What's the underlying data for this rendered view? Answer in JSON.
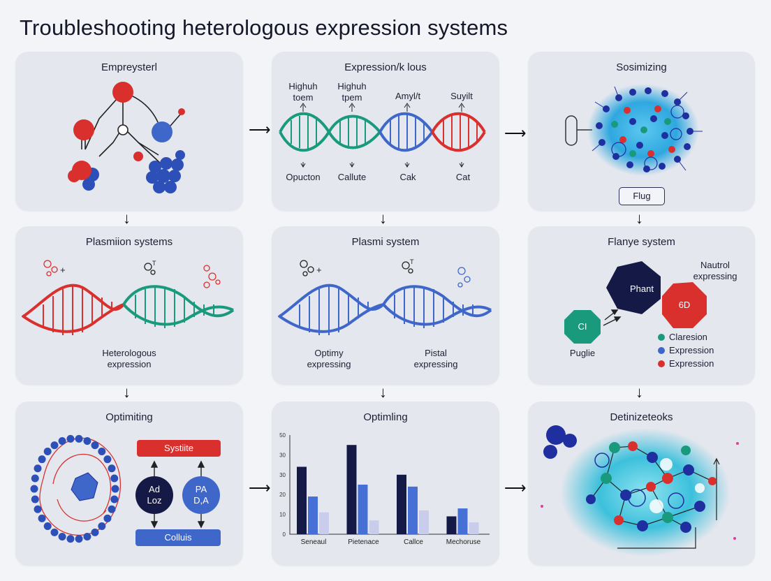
{
  "title": "Troubleshooting heterologous expression systems",
  "panels": {
    "p1": {
      "title": "Empreysterl"
    },
    "p2": {
      "title": "Expression/k lous",
      "top_labels": [
        "Highuh\ntoem",
        "Highuh\ntpem",
        "Amyl/t",
        "Suyilt"
      ],
      "bottom_labels": [
        "Opucton",
        "Callute",
        "Cak",
        "Cat"
      ]
    },
    "p3": {
      "title": "Sosimizing",
      "button": "Flug"
    },
    "p4": {
      "title": "Plasmiion systems",
      "caption": "Heterologous\nexpression"
    },
    "p5": {
      "title": "Plasmi system",
      "caption_left": "Optimy\nexpressing",
      "caption_right": "Pistal\nexpressing"
    },
    "p6": {
      "title": "Flanye system",
      "node_phant": "Phant",
      "node_6d": "6D",
      "node_ci": "CI",
      "label_puglie": "Puglie",
      "label_right": "Nautrol\nexpressing",
      "legend": [
        {
          "label": "Claresion",
          "color": "#1a9a7c"
        },
        {
          "label": "Expression",
          "color": "#3f67c9"
        },
        {
          "label": "Expression",
          "color": "#d9302e"
        }
      ]
    },
    "p7": {
      "title": "Optimiting",
      "pill_top": "Systiite",
      "node_left": "Ad\nLoz",
      "node_right": "PA\nD,A",
      "pill_bottom": "Colluis"
    },
    "p8": {
      "title": "Optimling"
    },
    "p9": {
      "title": "Detinizeteoks"
    }
  },
  "chart_data": {
    "type": "bar",
    "categories": [
      "Seneaul",
      "Pietenace",
      "Callce",
      "Mechoruse"
    ],
    "yticks": [
      "10",
      "20",
      "30",
      "30",
      "50"
    ],
    "ylim": [
      0,
      50
    ],
    "series": [
      {
        "values": [
          34,
          45,
          30,
          9
        ],
        "color": "#141a45"
      },
      {
        "values": [
          19,
          25,
          24,
          13
        ],
        "color": "#4770d6"
      },
      {
        "values": [
          11,
          7,
          12,
          6
        ],
        "color": "#c9ccea"
      }
    ]
  },
  "colors": {
    "red": "#d9302e",
    "blue": "#3f67c9",
    "teal": "#1a9a7c",
    "navy": "#141a45",
    "panel": "#e5e7ee"
  }
}
